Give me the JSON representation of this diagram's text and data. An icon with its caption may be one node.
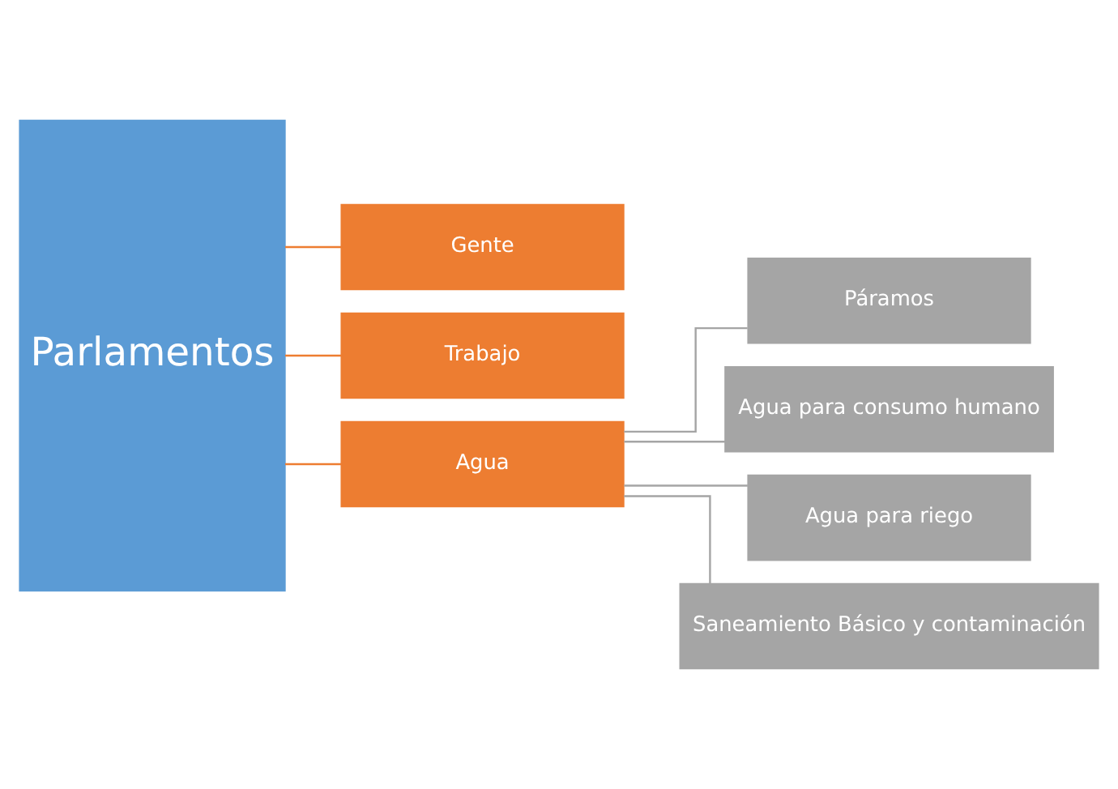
{
  "diagram": {
    "nodes": [
      {
        "text": [
          "Parlamentos"
        ]
      },
      {
        "text": [
          "Gente"
        ]
      },
      {
        "text": [
          "Trabajo"
        ]
      },
      {
        "text": [
          "Agua"
        ]
      },
      {
        "text": [
          "Páramos"
        ]
      },
      {
        "text": [
          "Agua para consumo humano"
        ]
      },
      {
        "text": [
          "Agua para riego"
        ]
      },
      {
        "text": [
          "Saneamiento Básico y contaminación"
        ]
      }
    ],
    "edges": [
      {
        "from": 0,
        "to": 1,
        "arrow": "none",
        "color": "#ed7d31"
      },
      {
        "from": 0,
        "to": 2,
        "arrow": "none",
        "color": "#ed7d31"
      },
      {
        "from": 0,
        "to": 3,
        "arrow": "none",
        "color": "#ed7d31"
      },
      {
        "from": 3,
        "to": 4,
        "arrow": "none"
      },
      {
        "from": 3,
        "to": 5,
        "arrow": "none"
      },
      {
        "from": 3,
        "to": 6,
        "arrow": "none"
      },
      {
        "from": 3,
        "to": 7,
        "arrow": "none"
      }
    ]
  }
}
